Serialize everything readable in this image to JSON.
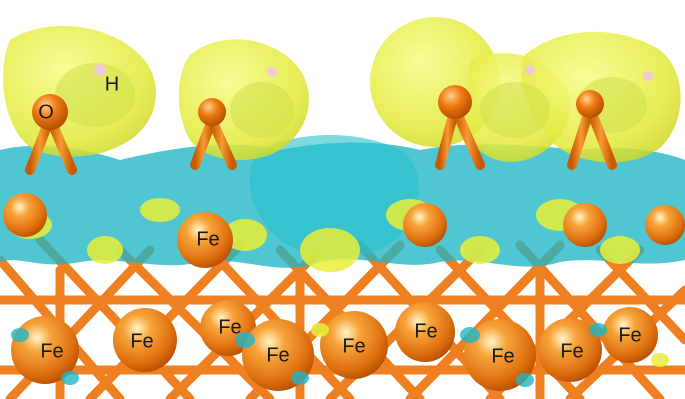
{
  "labels": {
    "oxygen": "O",
    "hydrogen": "H",
    "iron": "Fe"
  },
  "colors": {
    "iron": "#f08a1c",
    "oxygen": "#f07a10",
    "density_gain": "#e8ef38",
    "density_loss": "#1fb6c6",
    "bond": "#ee7a16",
    "hydrogen": "#f2c9d6"
  }
}
